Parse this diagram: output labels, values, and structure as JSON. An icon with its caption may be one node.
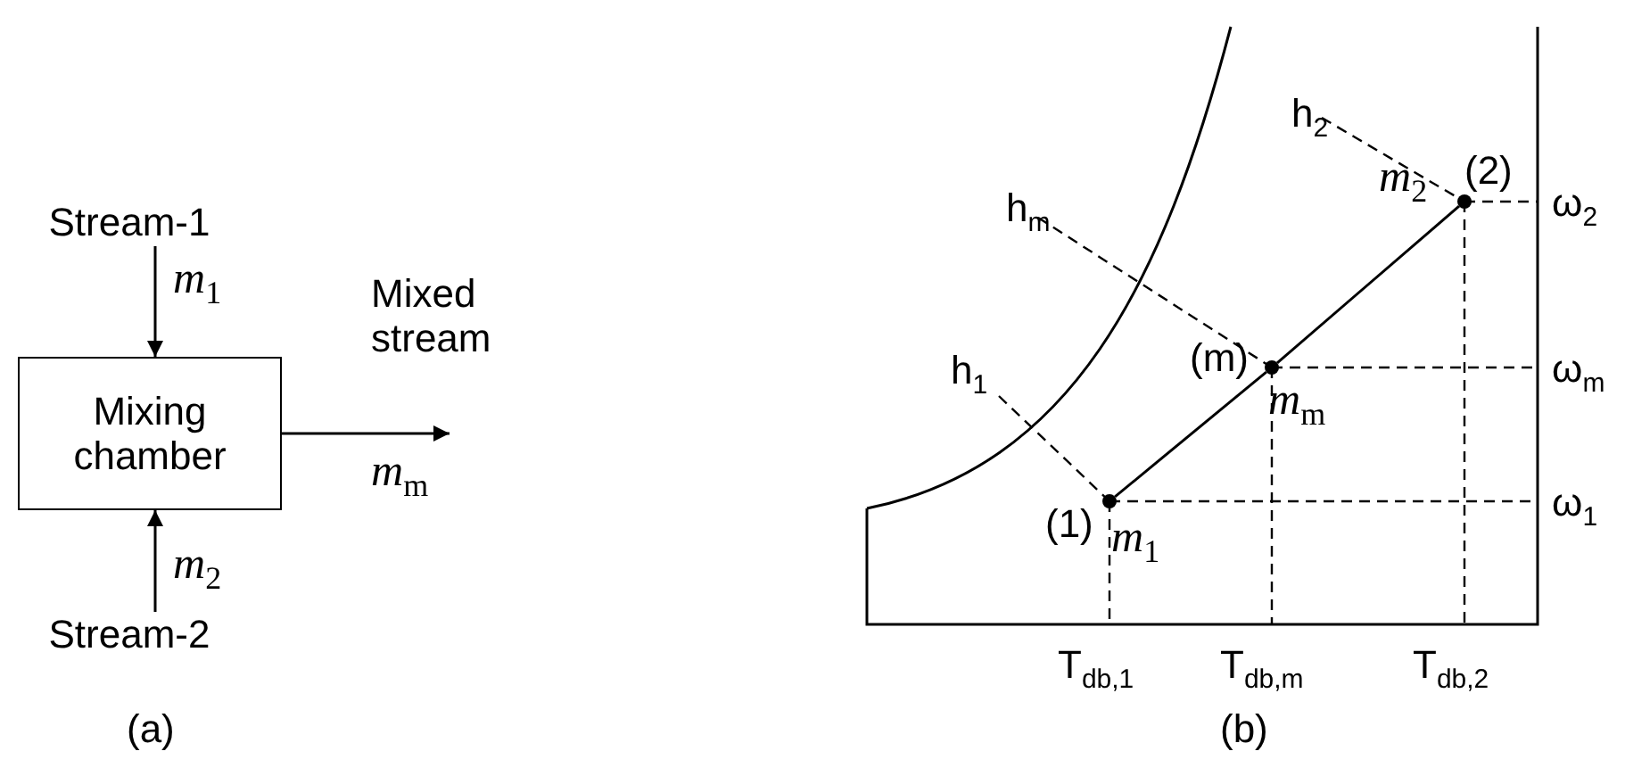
{
  "diagram": {
    "nodes": [
      {
        "text": [
          "Stream-1"
        ]
      },
      {
        "text": [
          "Mixing chamber"
        ]
      },
      {
        "text": [
          "Stream-2"
        ]
      },
      {
        "text": [
          "(1)"
        ],
        "beside": [
          "*m*$_{1}$"
        ]
      },
      {
        "text": [
          "(m)"
        ],
        "beside": [
          "*m*$_{m}$"
        ]
      },
      {
        "text": [
          "(2)"
        ],
        "beside": [
          "*m*$_{2}$"
        ]
      }
    ],
    "edges": [
      {
        "from": 0,
        "to": 1,
        "arrow": "to",
        "label": "*m*$_{1}$"
      },
      {
        "from": 2,
        "to": 1,
        "arrow": "to",
        "label": "*m*$_{2}$"
      },
      {
        "from": 1,
        "to": null,
        "arrow": "to",
        "label": "*m*$_{m}$"
      },
      {
        "from": 3,
        "to": 4,
        "arrow": "none"
      },
      {
        "from": 4,
        "to": 5,
        "arrow": "none"
      }
    ],
    "labels": [
      "Mixed stream",
      "h$_{2}$",
      "h$_{m}$",
      "h$_{1}$",
      "ω$_{2}$",
      "ω$_{m}$",
      "ω$_{1}$",
      "T$_{db,1}$",
      "T$_{db,m}$",
      "T$_{db,2}$",
      "(a)",
      "(b)"
    ]
  }
}
